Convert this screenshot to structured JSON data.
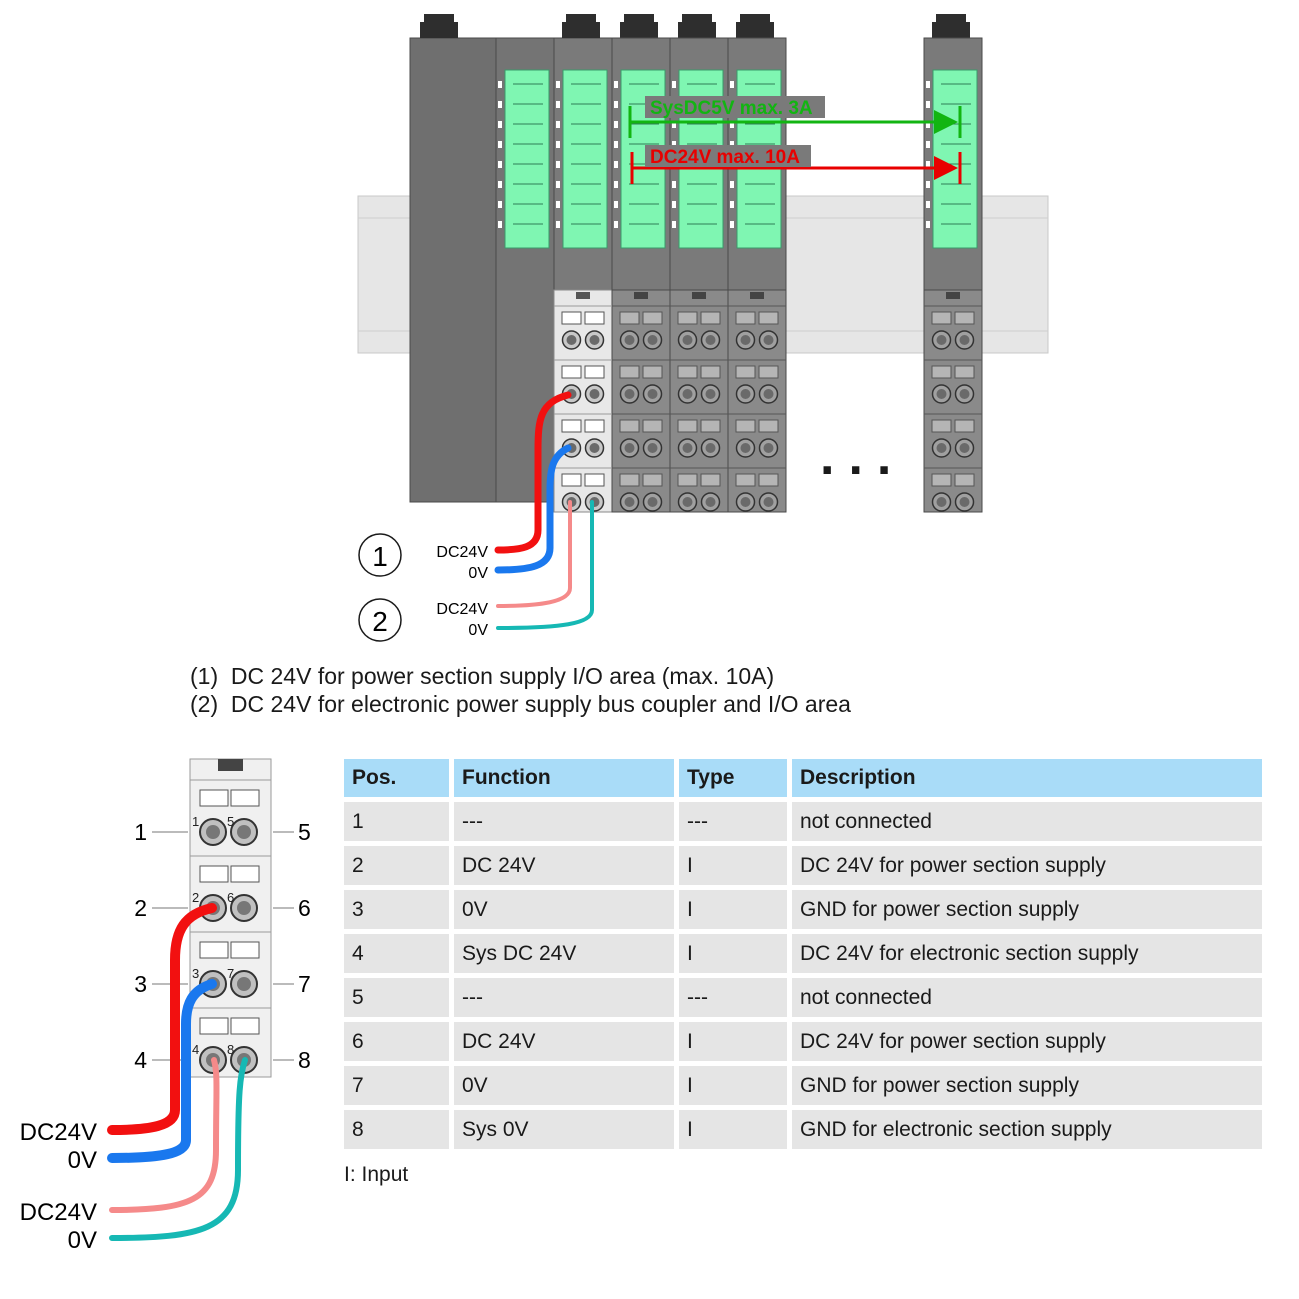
{
  "top_diagram": {
    "sys_label": "SysDC5V max. 3A",
    "dc_label": "DC24V max. 10A",
    "ellipsis": "...",
    "callouts": [
      {
        "number": "1",
        "wires": [
          "DC24V",
          "0V"
        ]
      },
      {
        "number": "2",
        "wires": [
          "DC24V",
          "0V"
        ]
      }
    ],
    "colors": {
      "module_dark": "#6f6f6f",
      "module_mid": "#7d7d7d",
      "label_green": "#7ff6b2",
      "rail": "#e6e6e6",
      "sys_arrow": "#12b512",
      "dc_arrow": "#e80000",
      "wire_red": "#f21010",
      "wire_blue": "#1a78ee",
      "wire_pink": "#f58a8a",
      "wire_teal": "#16b8b4"
    }
  },
  "captions": [
    "(1)  DC 24V for power section supply I/O area (max. 10A)",
    "(2)  DC 24V for electronic power supply bus coupler and I/O area"
  ],
  "connector_diagram": {
    "pin_left": [
      "1",
      "2",
      "3",
      "4"
    ],
    "pin_right": [
      "5",
      "6",
      "7",
      "8"
    ],
    "inner_numbers": [
      "1",
      "5",
      "2",
      "6",
      "3",
      "7",
      "4",
      "8"
    ],
    "wire_labels": [
      "DC24V",
      "0V",
      "DC24V",
      "0V"
    ]
  },
  "table": {
    "headers": [
      "Pos.",
      "Function",
      "Type",
      "Description"
    ],
    "rows": [
      [
        "1",
        "---",
        "---",
        "not connected"
      ],
      [
        "2",
        "DC 24V",
        "I",
        "DC 24V for power section supply"
      ],
      [
        "3",
        "0V",
        "I",
        "GND for power section supply"
      ],
      [
        "4",
        "Sys DC 24V",
        "I",
        "DC 24V for electronic section supply"
      ],
      [
        "5",
        "---",
        "---",
        "not connected"
      ],
      [
        "6",
        "DC 24V",
        "I",
        "DC 24V for power section supply"
      ],
      [
        "7",
        "0V",
        "I",
        "GND for power section supply"
      ],
      [
        "8",
        "Sys 0V",
        "I",
        "GND for electronic section supply"
      ]
    ],
    "footnote": "I: Input"
  }
}
